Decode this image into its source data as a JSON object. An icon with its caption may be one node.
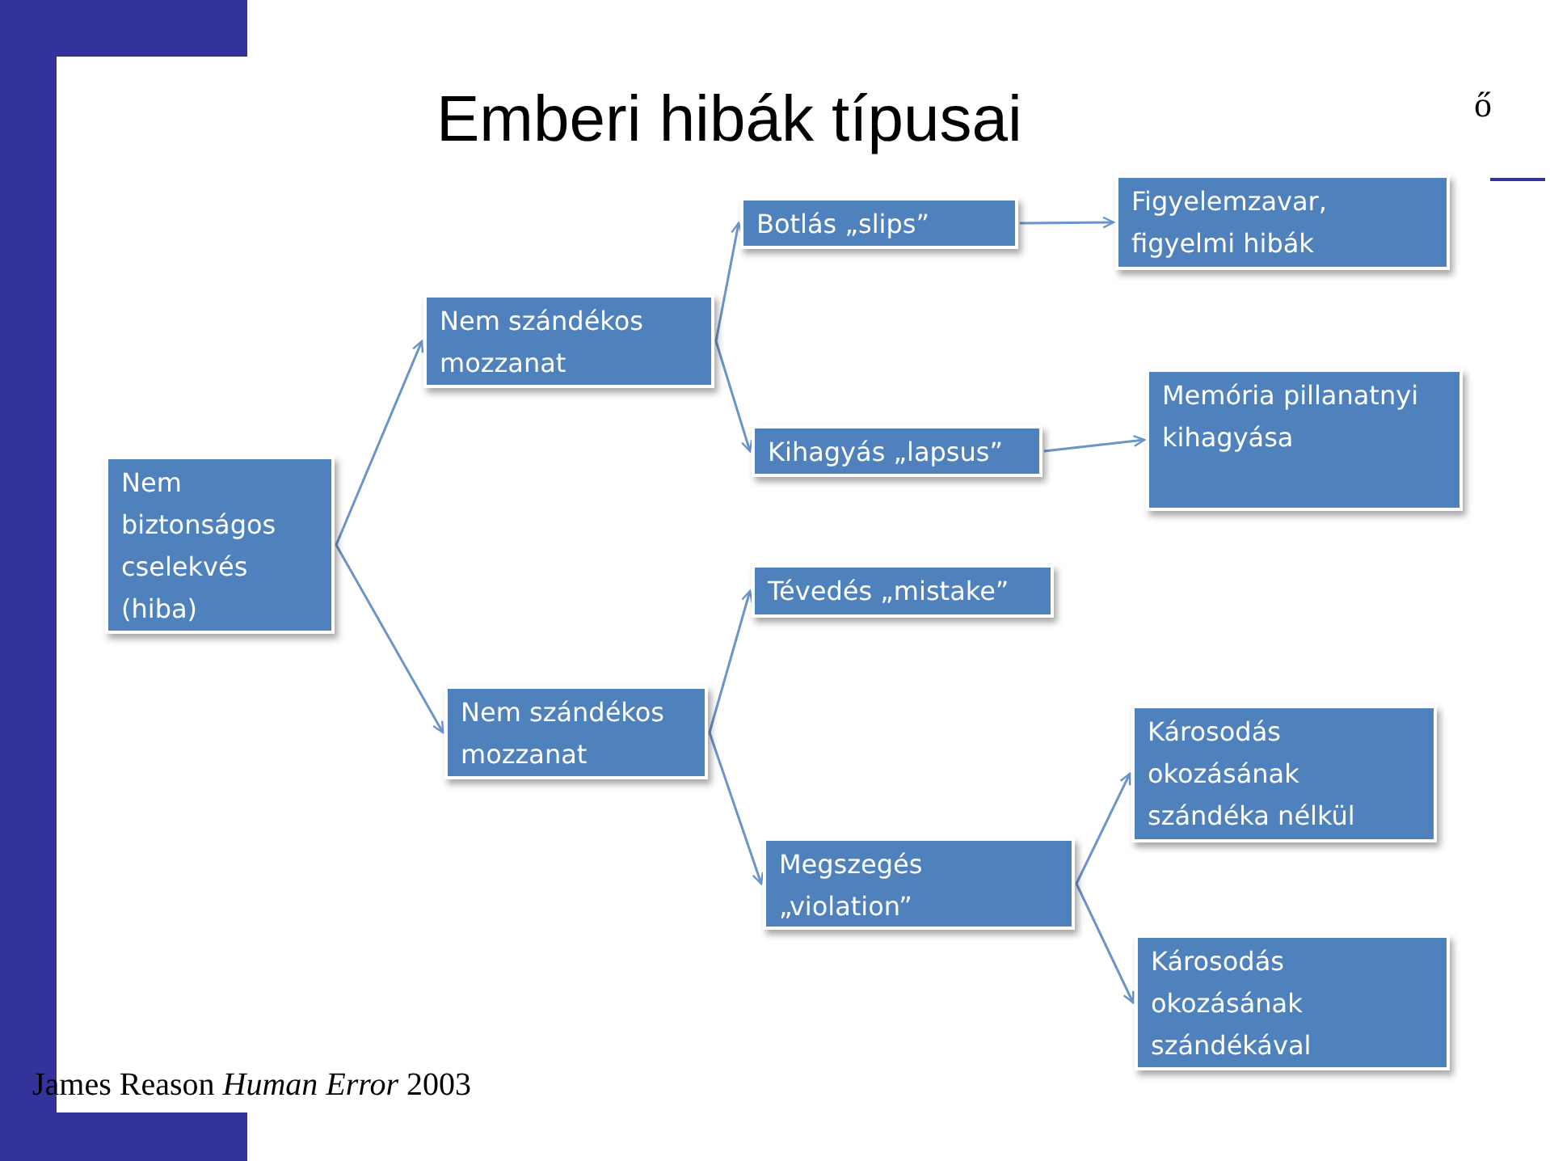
{
  "diagram": {
    "title": "Emberi hibák típusai",
    "caption": "James Reason *Human Error* 2003",
    "nodes": [
      {
        "text": [
          "Nem biztonságos cselekvés (hiba)"
        ]
      },
      {
        "text": [
          "Nem szándékos mozzanat"
        ]
      },
      {
        "text": [
          "Nem szándékos mozzanat"
        ]
      },
      {
        "text": [
          "Botlás „slips”"
        ]
      },
      {
        "text": [
          "Kihagyás „lapsus”"
        ]
      },
      {
        "text": [
          "Figyelemzavar, figyelmi hibák"
        ]
      },
      {
        "text": [
          "Memória pillanatnyi kihagyása"
        ]
      },
      {
        "text": [
          "Tévedés „mistake”"
        ]
      },
      {
        "text": [
          "Megszegés „violation”"
        ]
      },
      {
        "text": [
          "Károsodás okozásának szándéka nélkül"
        ]
      },
      {
        "text": [
          "Károsodás okozásának szándékával"
        ]
      }
    ],
    "edges": [
      {
        "from": 0,
        "to": 1,
        "arrow": "to"
      },
      {
        "from": 0,
        "to": 2,
        "arrow": "to"
      },
      {
        "from": 1,
        "to": 3,
        "arrow": "to"
      },
      {
        "from": 1,
        "to": 4,
        "arrow": "to"
      },
      {
        "from": 3,
        "to": 5,
        "arrow": "to"
      },
      {
        "from": 4,
        "to": 6,
        "arrow": "to"
      },
      {
        "from": 2,
        "to": 7,
        "arrow": "to"
      },
      {
        "from": 2,
        "to": 8,
        "arrow": "to"
      },
      {
        "from": 8,
        "to": 9,
        "arrow": "to"
      },
      {
        "from": 8,
        "to": 10,
        "arrow": "to"
      }
    ],
    "labels": [
      "ő"
    ]
  }
}
